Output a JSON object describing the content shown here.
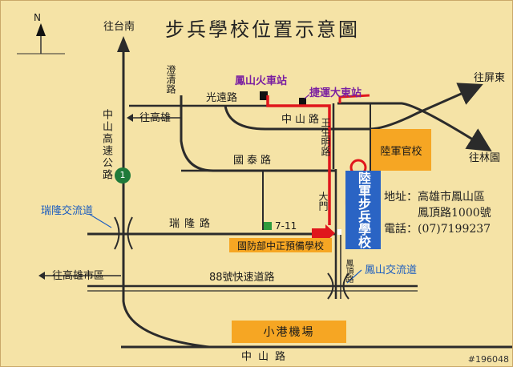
{
  "title": "步兵學校位置示意圖",
  "compass": {
    "letter": "N"
  },
  "directions": {
    "north": "往台南",
    "west_gaoxiong": "往高雄",
    "pingdong": "往屏東",
    "linyuan": "往林園",
    "city": "往高雄市區"
  },
  "roads": {
    "zhongshan_highway": "中山高速公路",
    "chengqing": "澄清路",
    "guangyuan": "光遠路",
    "zhongshan_top": "中山路",
    "guotai": "國泰路",
    "wangsheng": "王生明路",
    "ruilong": "瑞隆路",
    "fengding": "鳳頂路",
    "expressway": "88號快速道路",
    "zhongshan_bottom": "中山路"
  },
  "highway_badge": "1",
  "interchanges": {
    "ruilong": "瑞隆交流道",
    "fengshan": "鳳山交流道"
  },
  "stations": {
    "fengshan": "鳳山火車站",
    "mrt": "捷運大東站"
  },
  "landmarks": {
    "army_academy": "陸軍官校",
    "seven_eleven": "7-11",
    "prep_school": "國防部中正預備學校",
    "airport": "小港機場",
    "gate": "大門",
    "school": "陸軍步兵學校"
  },
  "address": {
    "line1": "地址：高雄市鳳山區",
    "line2": "鳳頂路1000號",
    "phone": "電話：(07)7199237"
  },
  "watermark": "#196048",
  "colors": {
    "route": "#e0161c",
    "school": "#2a64c4",
    "landmark": "#f6a623",
    "road": "#2b2b2b",
    "background": "#f5e3a6"
  }
}
